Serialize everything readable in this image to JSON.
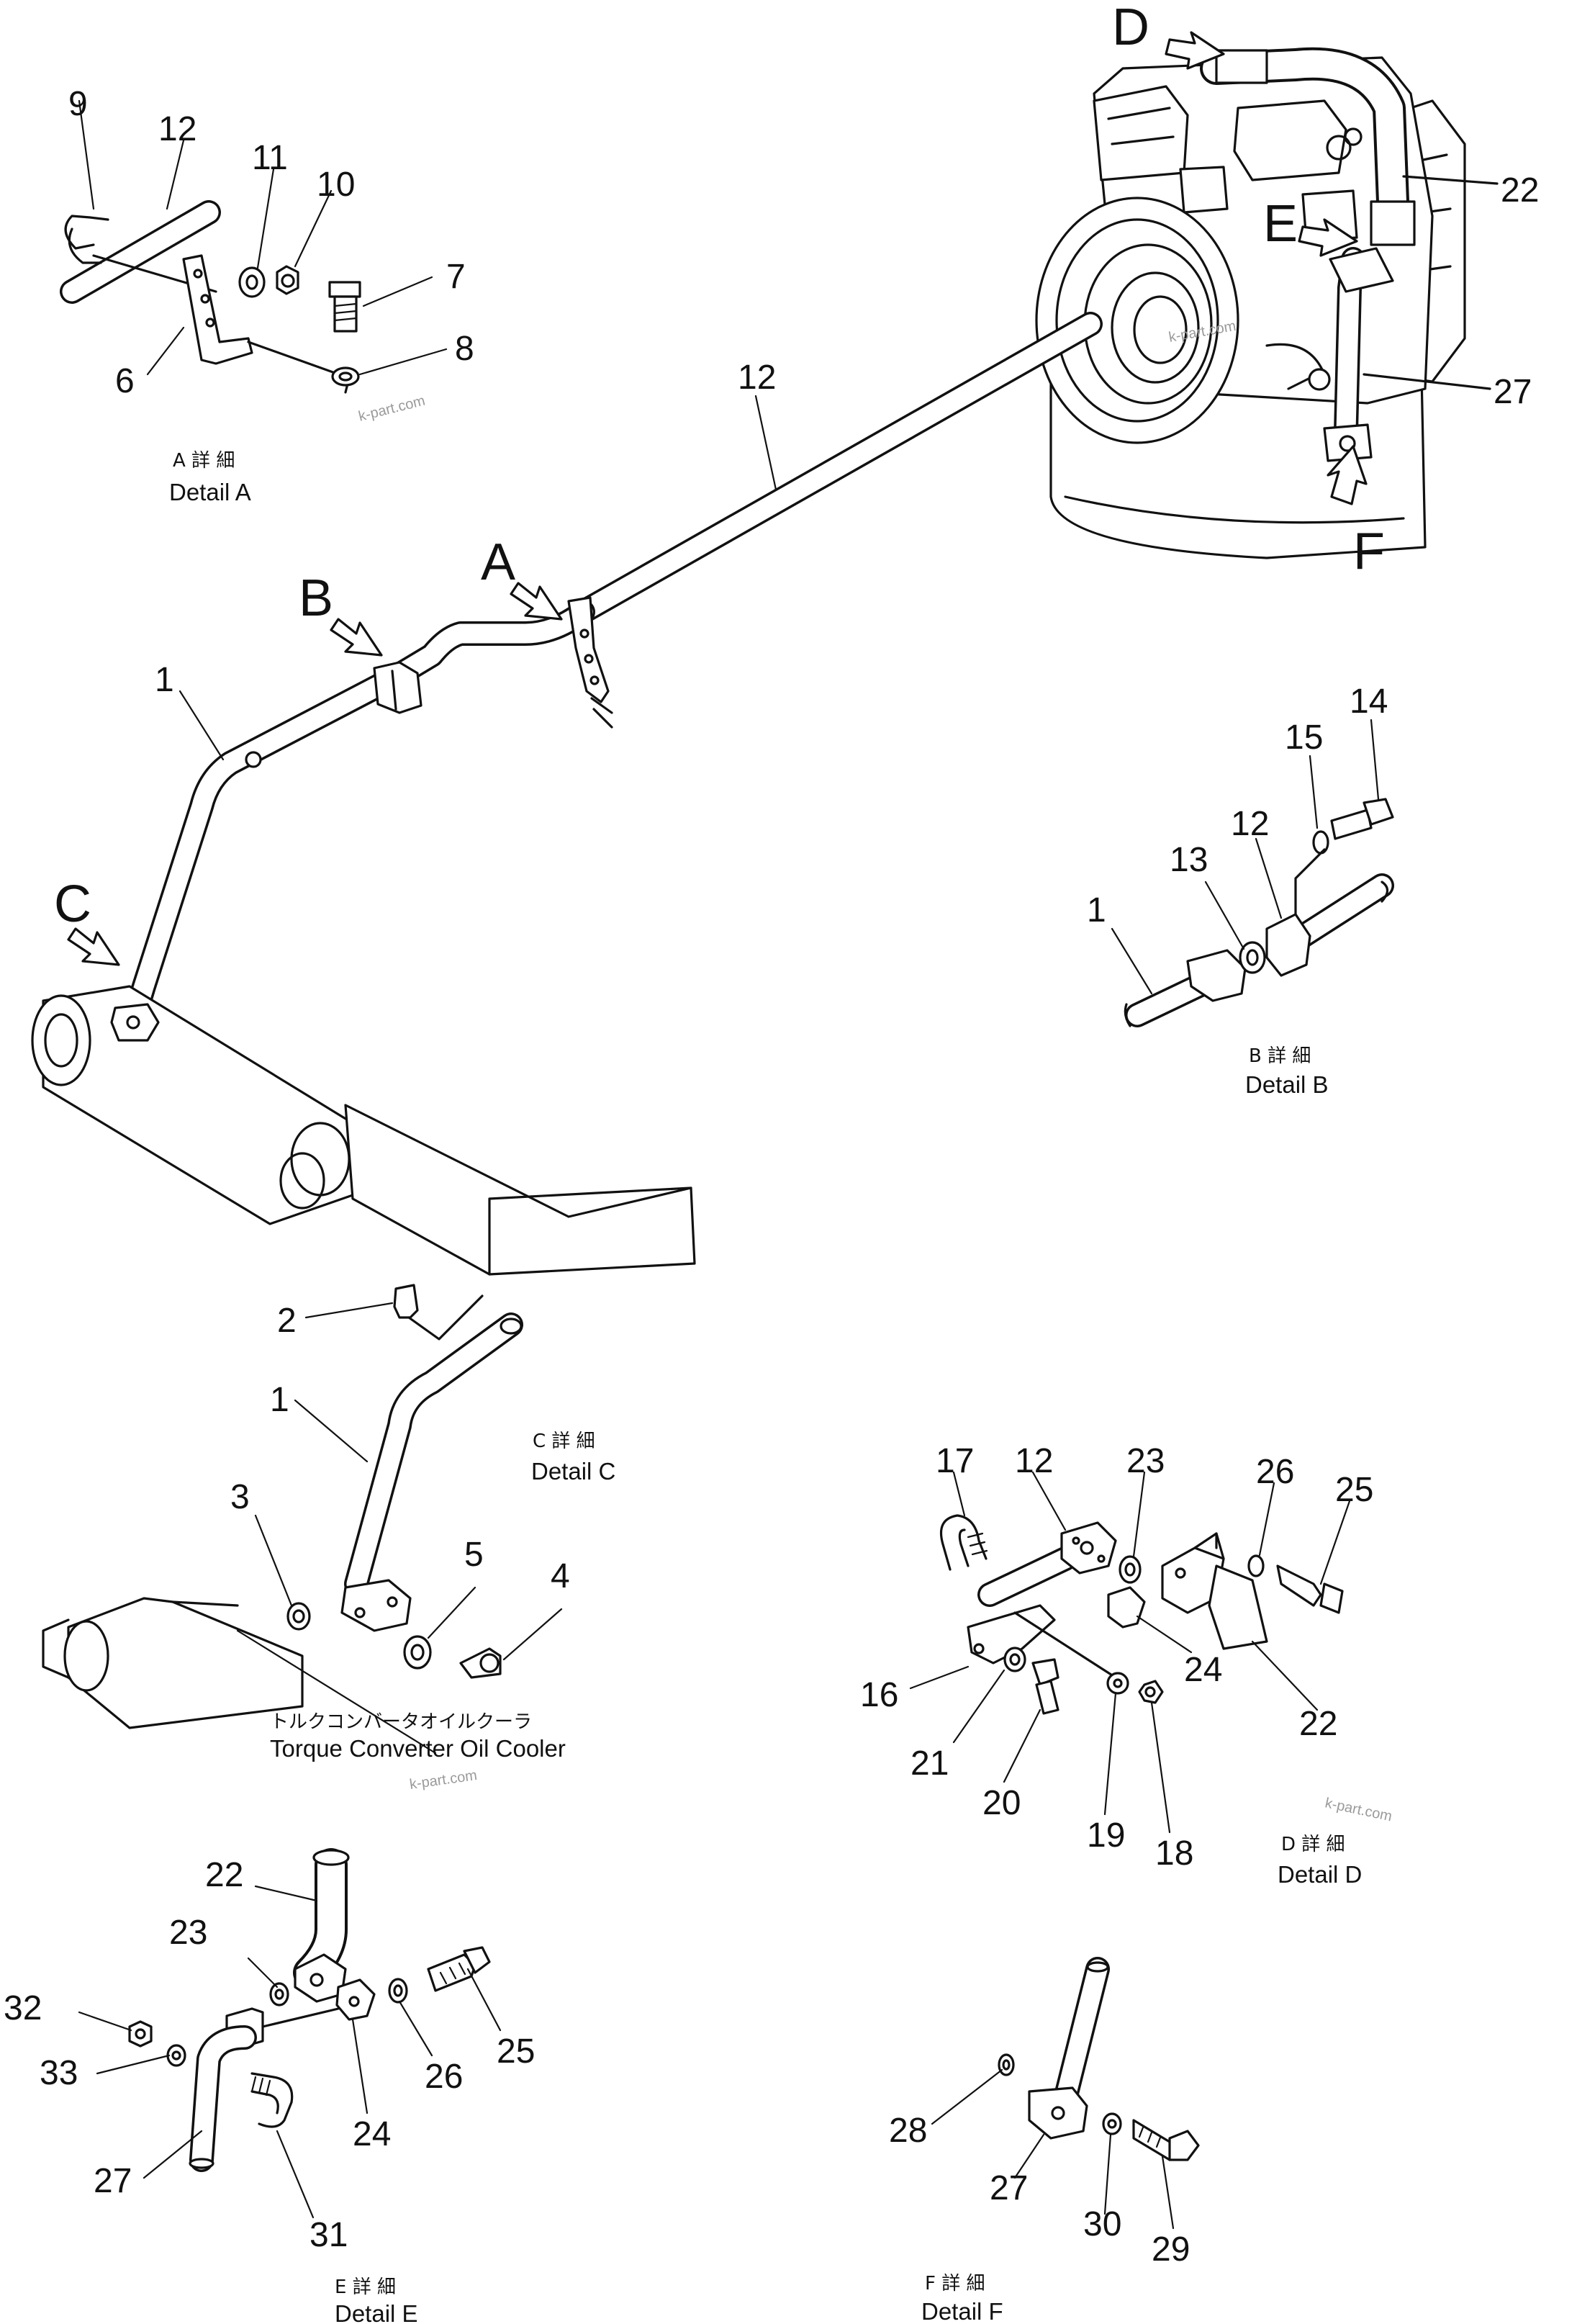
{
  "views": {
    "detail_a": {
      "jp": "A 詳 細",
      "label": "Detail A"
    },
    "detail_b": {
      "jp": "B 詳 細",
      "label": "Detail B"
    },
    "detail_c": {
      "jp": "C 詳 細",
      "label": "Detail C"
    },
    "detail_d": {
      "jp": "D 詳 細",
      "label": "Detail D"
    },
    "detail_e": {
      "jp": "E 詳 細",
      "label": "Detail E"
    },
    "detail_f": {
      "jp": "F 詳 細",
      "label": "Detail F"
    }
  },
  "cooler_label": {
    "jp": "トルクコンバータオイルクーラ",
    "en": "Torque Converter Oil Cooler"
  },
  "arrows": {
    "a": "A",
    "b": "B",
    "c": "C",
    "d": "D",
    "e": "E",
    "f": "F"
  },
  "watermark": "k-part.com",
  "callouts": {
    "main": {
      "n12": "12",
      "n1": "1",
      "n22": "22",
      "n27": "27"
    },
    "detail_a": {
      "n9": "9",
      "n12": "12",
      "n11": "11",
      "n10": "10",
      "n7": "7",
      "n8": "8",
      "n6": "6"
    },
    "detail_b": {
      "n14": "14",
      "n15": "15",
      "n12": "12",
      "n13": "13",
      "n1": "1"
    },
    "detail_c": {
      "n2": "2",
      "n1": "1",
      "n3": "3",
      "n5": "5",
      "n4": "4"
    },
    "detail_d": {
      "n17": "17",
      "n12": "12",
      "n23": "23",
      "n26": "26",
      "n25": "25",
      "n16": "16",
      "n24": "24",
      "n22": "22",
      "n21": "21",
      "n20": "20",
      "n19": "19",
      "n18": "18"
    },
    "detail_e": {
      "n22": "22",
      "n23": "23",
      "n25": "25",
      "n32": "32",
      "n33": "33",
      "n26": "26",
      "n27": "27",
      "n24": "24",
      "n31": "31"
    },
    "detail_f": {
      "n28": "28",
      "n27": "27",
      "n30": "30",
      "n29": "29"
    }
  }
}
